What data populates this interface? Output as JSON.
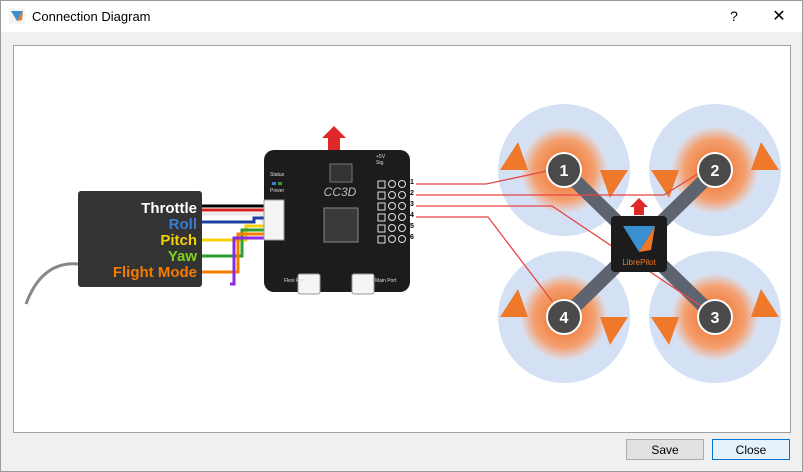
{
  "window": {
    "title": "Connection Diagram",
    "help": "?",
    "close": "✕"
  },
  "receiver": {
    "channels": [
      {
        "label": "Throttle",
        "color": "#ffffff"
      },
      {
        "label": "Roll",
        "color": "#3a7bd5"
      },
      {
        "label": "Pitch",
        "color": "#f5d000"
      },
      {
        "label": "Yaw",
        "color": "#7ed321"
      },
      {
        "label": "Flight Mode",
        "color": "#f57c00"
      }
    ]
  },
  "board": {
    "name": "CC3D",
    "status_label": "Status",
    "power_label": "Power",
    "flexi_port": "Flexi Port",
    "main_port": "Main Port",
    "voltage_label": "+5V",
    "signal_label": "Sig.",
    "outputs": [
      "1",
      "2",
      "3",
      "4",
      "5",
      "6"
    ]
  },
  "quad": {
    "brand": "LibrePilot",
    "motors": [
      "1",
      "2",
      "3",
      "4"
    ],
    "orange": "#f0782a",
    "prop_blue": "#d4e1f5"
  },
  "buttons": {
    "save": "Save",
    "close": "Close"
  }
}
